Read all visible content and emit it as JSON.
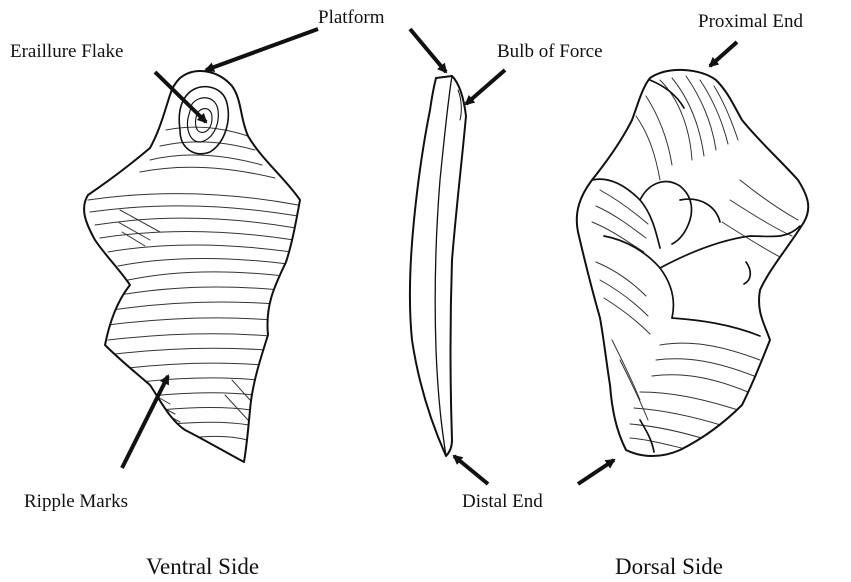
{
  "diagram": {
    "labels": {
      "platform": "Platform",
      "eraillure_flake": "Eraillure Flake",
      "bulb_of_force": "Bulb of Force",
      "proximal_end": "Proximal End",
      "ripple_marks": "Ripple Marks",
      "distal_end": "Distal End"
    },
    "views": {
      "ventral": "Ventral Side",
      "dorsal": "Dorsal Side"
    }
  },
  "style": {
    "ink": "#111111",
    "background": "#ffffff"
  }
}
